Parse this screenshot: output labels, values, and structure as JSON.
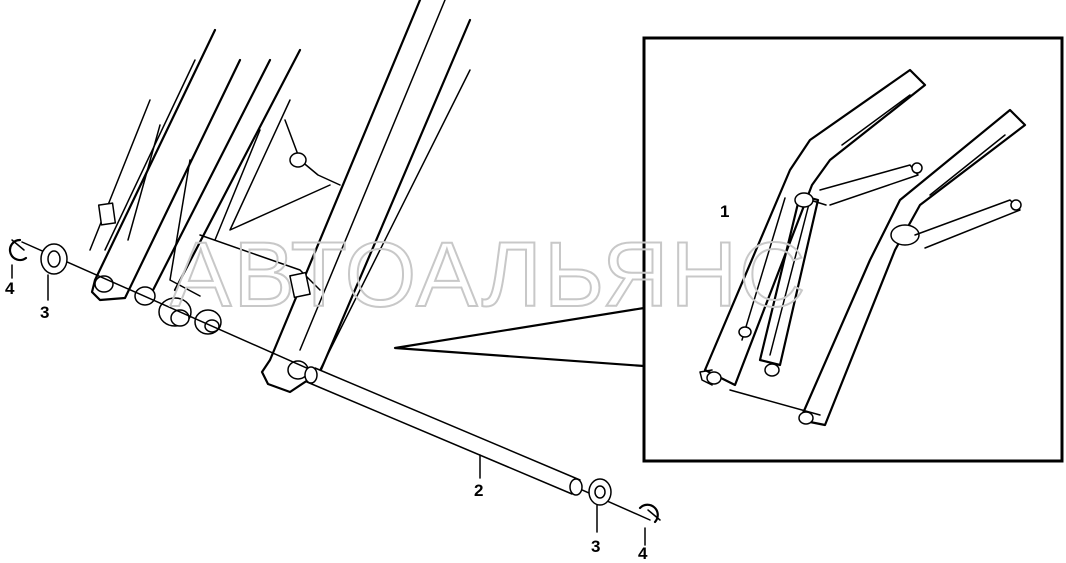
{
  "watermark": "АВТОАЛЬЯНС",
  "callouts": [
    {
      "id": "washer-left-clip",
      "text": "4"
    },
    {
      "id": "washer-left",
      "text": "3"
    },
    {
      "id": "pin",
      "text": "2"
    },
    {
      "id": "washer-right",
      "text": "3"
    },
    {
      "id": "washer-right-clip",
      "text": "4"
    },
    {
      "id": "inset-assembly",
      "text": "1"
    }
  ],
  "colors": {
    "line": "#000000",
    "background": "#ffffff",
    "watermark": "#c8c8c8"
  }
}
